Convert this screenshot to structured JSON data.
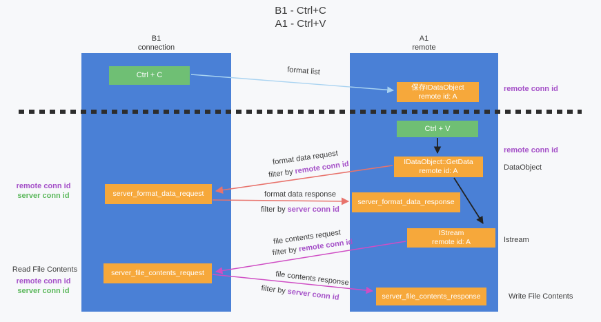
{
  "title": {
    "line1": "B1 - Ctrl+C",
    "line2": "A1 - Ctrl+V"
  },
  "columns": {
    "left": {
      "label": "B1",
      "sublabel": "connection"
    },
    "right": {
      "label": "A1",
      "sublabel": "remote"
    }
  },
  "boxes": {
    "ctrl_c": "Ctrl + C",
    "save_dataobject": {
      "line1": "保存IDataObject",
      "line2": "remote id: A"
    },
    "ctrl_v": "Ctrl + V",
    "getdata": {
      "line1": "IDataObject::GetData",
      "line2": "remote id: A"
    },
    "format_request": "server_format_data_request",
    "format_response": "server_format_data_response",
    "istream": {
      "line1": "IStream",
      "line2": "remote id: A"
    },
    "file_request": "server_file_contents_request",
    "file_response": "server_file_contents_response"
  },
  "arrow_labels": {
    "format_list": "format list",
    "format_request_line": "format data request",
    "format_request_filter_prefix": "filter by ",
    "format_request_filter_key": "remote conn id",
    "format_response_line": "format data response",
    "format_response_filter_prefix": "filter by ",
    "format_response_filter_key": "server conn id",
    "file_request_line": "file contents request",
    "file_request_filter_prefix": "filter by ",
    "file_request_filter_key": "remote conn id",
    "file_response_line": "file contents response",
    "file_response_filter_prefix": "filter by ",
    "file_response_filter_key": "server conn id"
  },
  "side_labels": {
    "right_remote_conn_top": "remote conn id",
    "right_remote_conn_mid": "remote conn id",
    "dataobject": "DataObject",
    "istream": "Istream",
    "write_file_contents": "Write File Contents",
    "left_format_remote": "remote conn id",
    "left_format_server": "server conn id",
    "read_file_contents": "Read File Contents",
    "left_file_remote": "remote conn id",
    "left_file_server": "server conn id"
  },
  "colors": {
    "bg": "#f7f8fa",
    "blue": "#4a80d6",
    "green": "#6fbf74",
    "orange": "#f6a83b",
    "purple": "#a551c8",
    "greentx": "#5cb85c",
    "salmon": "#e8736c",
    "magenta": "#cf4ec4",
    "lightblue": "#a9d3f1",
    "dash": "#2d2d2d",
    "black_arrow": "#222222"
  }
}
